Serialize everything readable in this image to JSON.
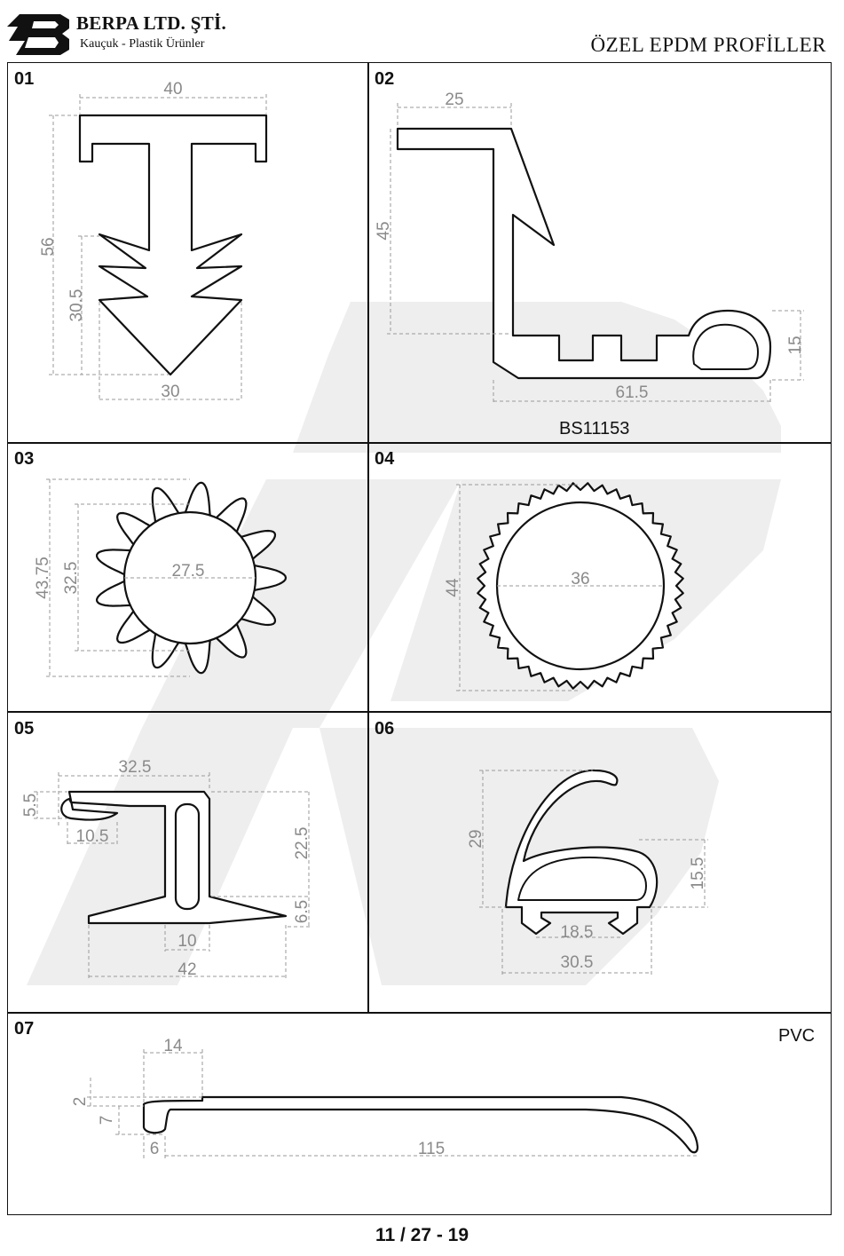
{
  "header": {
    "company": "BERPA LTD. ŞTİ.",
    "tagline": "Kauçuk - Plastik Ürünler",
    "title": "ÖZEL EPDM PROFİLLER"
  },
  "profiles": [
    {
      "number": "01",
      "dims": [
        "40",
        "56",
        "30.5",
        "30"
      ]
    },
    {
      "number": "02",
      "dims": [
        "25",
        "45",
        "15",
        "61.5"
      ],
      "label": "BS11153"
    },
    {
      "number": "03",
      "dims": [
        "43.75",
        "32.5",
        "27.5"
      ]
    },
    {
      "number": "04",
      "dims": [
        "44",
        "36"
      ]
    },
    {
      "number": "05",
      "dims": [
        "32.5",
        "5.5",
        "10.5",
        "22.5",
        "6.5",
        "10",
        "42"
      ]
    },
    {
      "number": "06",
      "dims": [
        "29",
        "15.5",
        "18.5",
        "30.5"
      ]
    },
    {
      "number": "07",
      "dims": [
        "14",
        "2",
        "7",
        "6",
        "115"
      ],
      "label": "PVC"
    }
  ],
  "footer": {
    "page": "11 / 27 - 19"
  },
  "colors": {
    "line": "#111111",
    "dimension": "#8a8a8a",
    "watermark": "#ededed"
  }
}
